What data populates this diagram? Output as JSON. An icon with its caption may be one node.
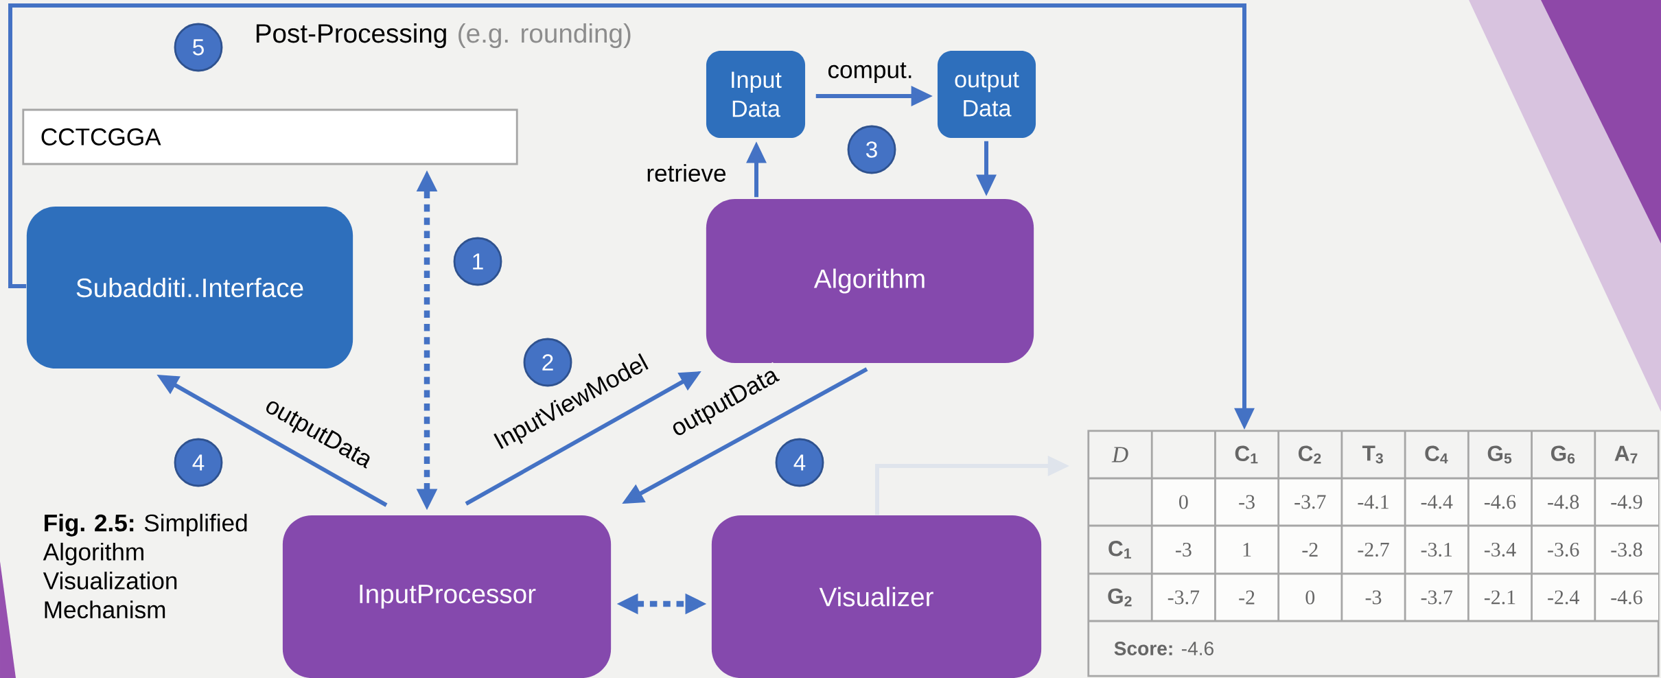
{
  "diagram": {
    "caption": "**Fig. 2.5:** Simplified Algorithm Visualization Mechanism",
    "nodes": [
      {
        "text": [
          "Subadditi..Interface"
        ]
      },
      {
        "text": [
          "CCTCGGA"
        ]
      },
      {
        "text": [
          "Input Data"
        ]
      },
      {
        "text": [
          "output Data"
        ]
      },
      {
        "text": [
          "Algorithm"
        ]
      },
      {
        "text": [
          "InputProcessor"
        ]
      },
      {
        "text": [
          "Visualizer"
        ]
      },
      {
        "text": [
          "D",
          "C$_{1}$",
          "C$_{2}$",
          "T$_{3}$",
          "C$_{4}$",
          "G$_{5}$",
          "G$_{6}$",
          "A$_{7}$",
          "0",
          "-3",
          "-3.7",
          "-4.1",
          "-4.4",
          "-4.6",
          "-4.8",
          "-4.9",
          "C$_{1}$",
          "-3",
          "1",
          "-2",
          "-2.7",
          "-3.1",
          "-3.4",
          "-3.6",
          "-3.8",
          "G$_{2}$",
          "-3.7",
          "-2",
          "0",
          "-3",
          "-3.7",
          "-2.1",
          "-2.4",
          "-4.6",
          "**Score:** -4.6"
        ]
      },
      {
        "text": [
          "5"
        ]
      },
      {
        "text": [
          "3"
        ]
      },
      {
        "text": [
          "1"
        ]
      },
      {
        "text": [
          "2"
        ]
      },
      {
        "text": [
          "4"
        ]
      },
      {
        "text": [
          "4"
        ]
      }
    ],
    "edges": [
      {
        "from": 0,
        "to": 7,
        "arrow": "to"
      },
      {
        "from": 5,
        "to": 1,
        "arrow": "both",
        "style": "dashed"
      },
      {
        "from": 5,
        "to": 4,
        "arrow": "to",
        "label": "InputViewModel"
      },
      {
        "from": 4,
        "to": 5,
        "arrow": "to",
        "label": "outputData"
      },
      {
        "from": 5,
        "to": 0,
        "arrow": "to",
        "label": "outputData"
      },
      {
        "from": 5,
        "to": 6,
        "arrow": "both",
        "style": "dashed"
      },
      {
        "from": 4,
        "to": 2,
        "arrow": "to",
        "label": "retrieve"
      },
      {
        "from": 2,
        "to": 3,
        "arrow": "to",
        "label": "comput."
      },
      {
        "from": 3,
        "to": 4,
        "arrow": "to"
      },
      {
        "from": 6,
        "to": 7,
        "arrow": "to",
        "color": "#dfe4ec"
      }
    ],
    "labels": [
      "Post-Processing",
      "(e.g. rounding)"
    ]
  }
}
